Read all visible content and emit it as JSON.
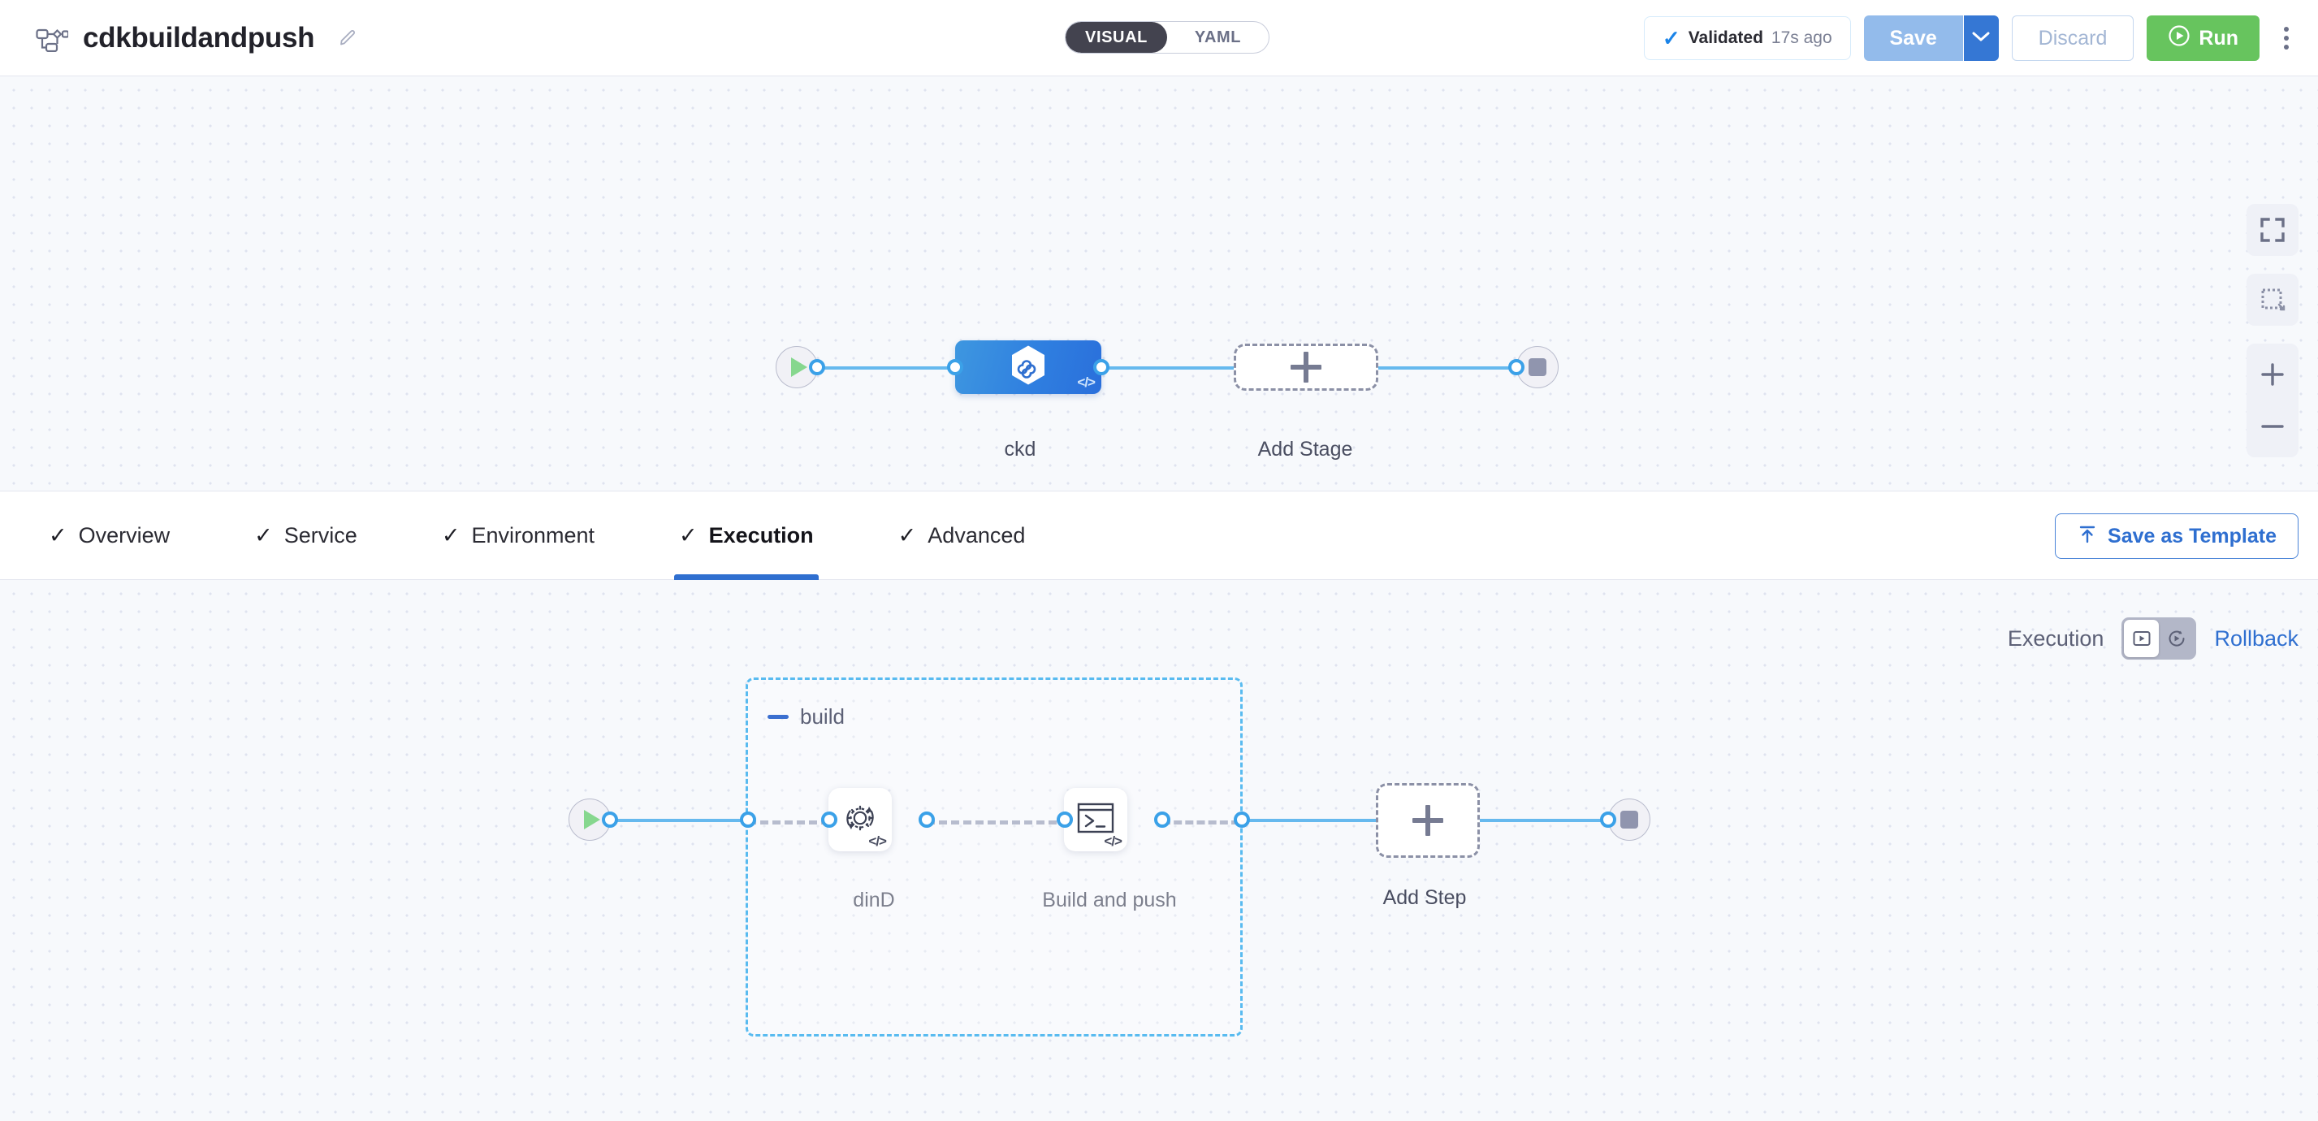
{
  "header": {
    "pipeline_icon": "pipeline-icon",
    "title": "cdkbuildandpush",
    "edit_icon": "pencil-icon",
    "mode_toggle": {
      "options": [
        {
          "label": "VISUAL",
          "active": true
        },
        {
          "label": "YAML",
          "active": false
        }
      ]
    },
    "validated": {
      "icon": "check-icon",
      "label": "Validated",
      "time": "17s ago"
    },
    "save": {
      "label": "Save",
      "caret_icon": "chevron-down-icon"
    },
    "discard": {
      "label": "Discard"
    },
    "run": {
      "label": "Run",
      "icon": "play-circle-icon"
    },
    "more_icon": "kebab-menu-icon"
  },
  "stage_canvas": {
    "start_icon": "play-icon",
    "end_icon": "stop-icon",
    "stage": {
      "label": "ckd",
      "icon": "infinity-hexagon-icon",
      "badge": "</>"
    },
    "add_stage": {
      "label": "Add Stage",
      "icon": "plus-icon"
    }
  },
  "tabs": [
    {
      "label": "Overview",
      "check": "✓",
      "active": false
    },
    {
      "label": "Service",
      "check": "✓",
      "active": false
    },
    {
      "label": "Environment",
      "check": "✓",
      "active": false
    },
    {
      "label": "Execution",
      "check": "✓",
      "active": true
    },
    {
      "label": "Advanced",
      "check": "✓",
      "active": false
    }
  ],
  "save_as_template": {
    "label": "Save as Template",
    "icon": "upload-icon"
  },
  "execution_switch": {
    "left_label": "Execution",
    "right_label": "Rollback",
    "left_icon": "play-box-icon",
    "right_icon": "play-rotate-icon",
    "active": "execution"
  },
  "step_canvas": {
    "start_icon": "play-icon",
    "end_icon": "stop-icon",
    "group": {
      "name": "build",
      "collapse_icon": "minus-icon"
    },
    "steps": [
      {
        "label": "dinD",
        "icon": "gear-rotate-icon",
        "badge": "</>"
      },
      {
        "label": "Build and push",
        "icon": "terminal-icon",
        "badge": "</>"
      }
    ],
    "add_step": {
      "label": "Add Step",
      "icon": "plus-icon"
    }
  },
  "canvas_controls": [
    {
      "name": "fit-screen-icon"
    },
    {
      "name": "selection-box-icon"
    },
    {
      "name": "zoom-in-icon"
    },
    {
      "name": "zoom-out-icon"
    }
  ],
  "colors": {
    "accent_blue": "#2f6fd0",
    "link_blue": "#66b9ee",
    "run_green": "#67c45e",
    "canvas_bg": "#f7f9fc",
    "group_border": "#59bbf0"
  }
}
